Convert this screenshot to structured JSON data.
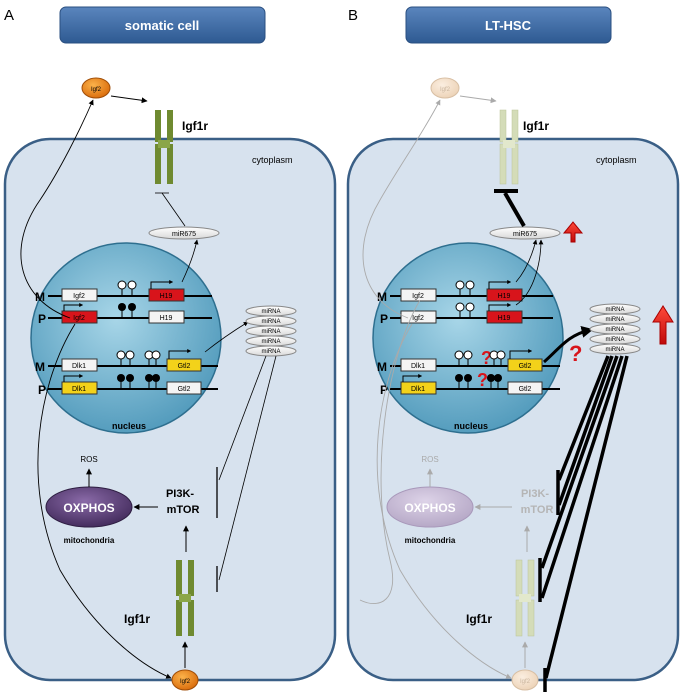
{
  "panels": [
    {
      "letter": "A",
      "title": "somatic cell",
      "cytoplasm": "cytoplasm",
      "nucleus": "nucleus",
      "mitochondria": "mitochondria",
      "oxphos": "OXPHOS",
      "ros": "ROS",
      "pi3k_line1": "PI3K-",
      "pi3k_line2": "mTOR",
      "receptor_top": "Igf1r",
      "receptor_bottom": "Igf1r",
      "ligand_top": "Igf2",
      "ligand_bottom": "Igf2",
      "mir675": "miR675",
      "allele_M": "M",
      "allele_P": "P",
      "genes": {
        "m_igf2": "Igf2",
        "m_h19": "H19",
        "p_igf2": "Igf2",
        "p_h19": "H19",
        "m_dlk1": "Dlk1",
        "m_gtl2": "Gtl2",
        "p_dlk1": "Dlk1",
        "p_gtl2": "Gtl2"
      },
      "mirna": [
        "miRNA",
        "miRNA",
        "miRNA",
        "miRNA",
        "miRNA"
      ]
    },
    {
      "letter": "B",
      "title": "LT-HSC",
      "cytoplasm": "cytoplasm",
      "nucleus": "nucleus",
      "mitochondria": "mitochondria",
      "oxphos": "OXPHOS",
      "ros": "ROS",
      "pi3k_line1": "PI3K-",
      "pi3k_line2": "mTOR",
      "receptor_top": "Igf1r",
      "receptor_bottom": "Igf1r",
      "ligand_top": "Igf2",
      "ligand_bottom": "Igf2",
      "mir675": "miR675",
      "allele_M": "M",
      "allele_P": "P",
      "genes": {
        "m_igf2": "Igf2",
        "m_h19": "H19",
        "p_igf2": "Igf2",
        "p_h19": "H19",
        "m_dlk1": "Dlk1",
        "m_gtl2": "Gtl2",
        "p_dlk1": "Dlk1",
        "p_gtl2": "Gtl2"
      },
      "mirna": [
        "miRNA",
        "miRNA",
        "miRNA",
        "miRNA",
        "miRNA"
      ],
      "question_marks": [
        "?",
        "?",
        "?"
      ]
    }
  ],
  "colors": {
    "header": "#3e6aa3",
    "cell_fill": "#d5e0ec",
    "cell_border": "#3a5f86",
    "nucleus": "#5fa6c6",
    "receptor": "#6f8a30",
    "receptor_faded": "#d4dcb8",
    "ligand": "#e8861c",
    "ligand_faded": "#f3dcc2",
    "mito": "#5a3c74",
    "h19_active": "#d8141b",
    "gtl2_active": "#f3d21a",
    "question": "#d8141b",
    "up_arrow": "#e01212"
  }
}
